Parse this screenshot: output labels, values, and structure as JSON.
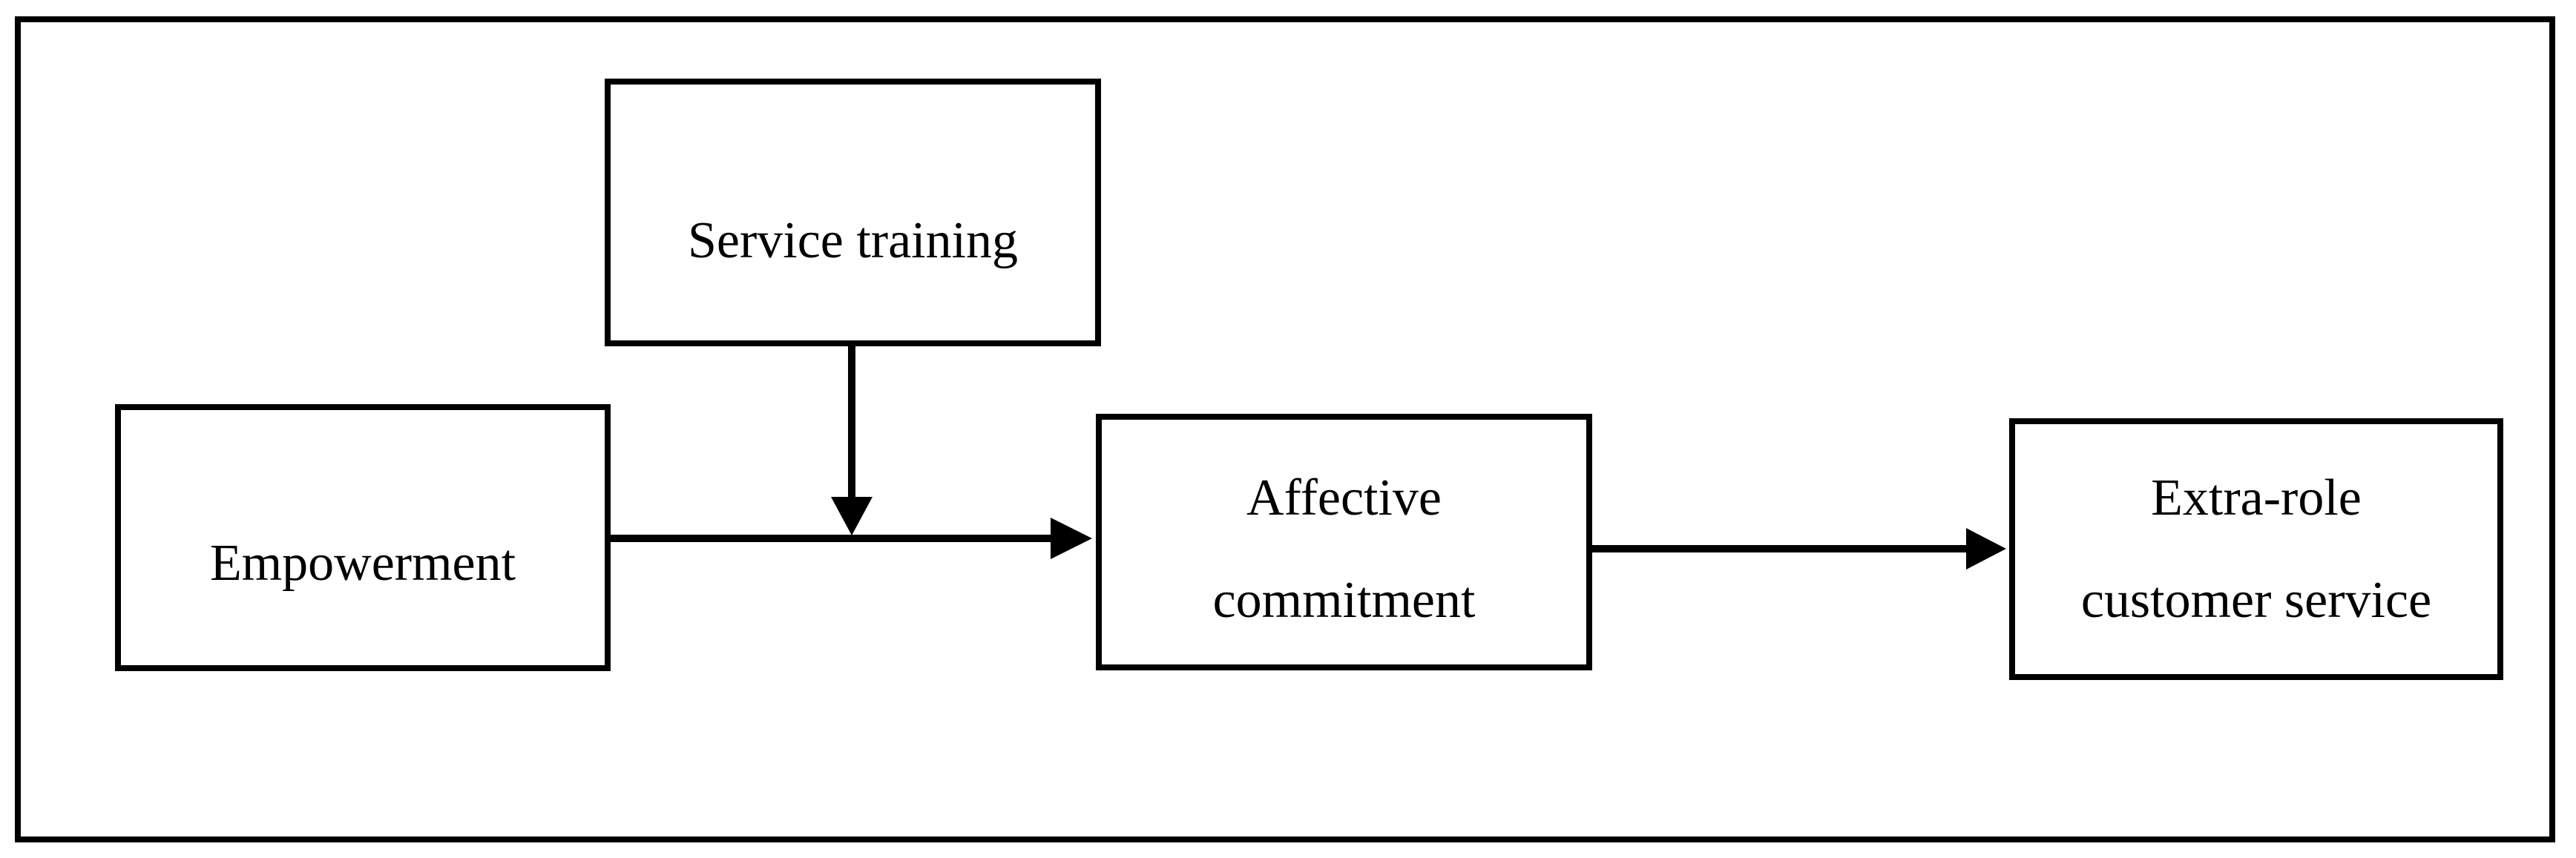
{
  "diagram": {
    "background_color": "#ffffff",
    "line_color": "#000000"
  },
  "nodes": {
    "service_training": {
      "label": "Service training",
      "lines": [
        "Service training"
      ]
    },
    "empowerment": {
      "label": "Empowerment",
      "lines": [
        "Empowerment"
      ]
    },
    "affective_commitment": {
      "label": "Affective commitment",
      "lines": [
        "Affective",
        "commitment"
      ]
    },
    "extra_role_customer_service": {
      "label": "Extra-role customer service",
      "lines": [
        "Extra-role",
        "customer service"
      ]
    }
  },
  "edges": [
    {
      "from": "empowerment",
      "to": "affective_commitment",
      "style": "solid-arrow"
    },
    {
      "from": "service_training",
      "to": "empowerment-affective_commitment-path",
      "style": "solid-arrow",
      "role": "moderator"
    },
    {
      "from": "affective_commitment",
      "to": "extra_role_customer_service",
      "style": "solid-arrow"
    }
  ]
}
